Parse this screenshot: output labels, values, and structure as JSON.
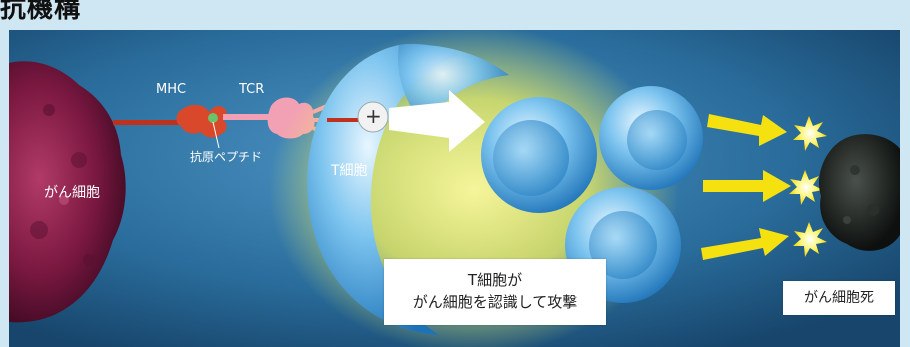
{
  "header": {
    "title": "抗機構"
  },
  "labels": {
    "mhc": "MHC",
    "tcr": "TCR",
    "peptide": "抗原ペプチド",
    "t_cell": "T細胞",
    "cancer_cell": "がん細胞",
    "plus": "+"
  },
  "boxes": {
    "recognize_line1": "T細胞が",
    "recognize_line2": "がん細胞を認識して攻撃",
    "cancer_death": "がん細胞死"
  },
  "colors": {
    "background": "#2a6d9c",
    "cancer_cell": "#7a1840",
    "mhc": "#d9482a",
    "tcr": "#f2a0b3",
    "glow": "#f6f25a",
    "arrow": "#f5e10f",
    "dead_cell": "#1b1f1c"
  }
}
